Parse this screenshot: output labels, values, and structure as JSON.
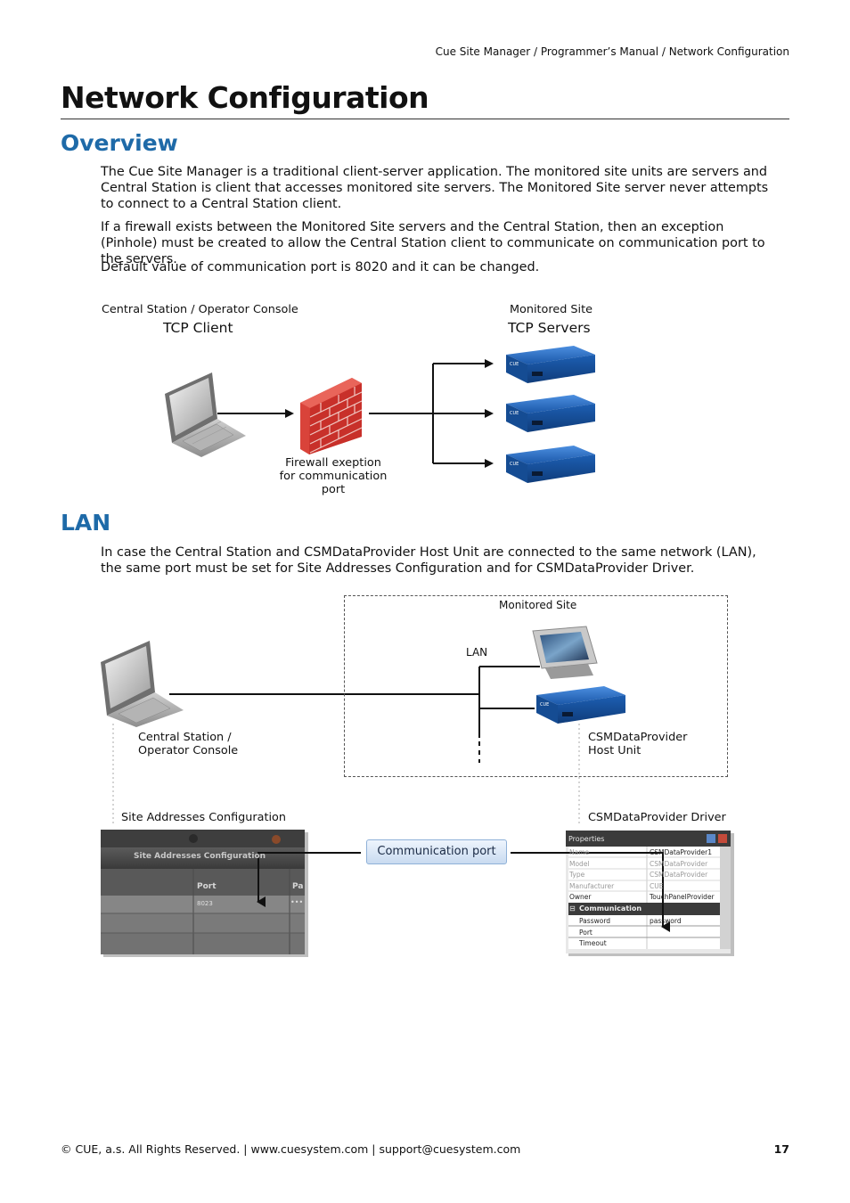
{
  "header": {
    "breadcrumb": "Cue Site Manager / Programmer’s Manual / Network Configuration"
  },
  "page_title": "Network Configuration",
  "overview": {
    "heading": "Overview",
    "paragraphs": [
      "The Cue Site Manager is a traditional client-server application. The monitored site units are servers and Central Station is client that accesses monitored site servers. The Monitored Site server never attempts to connect to a Central Station client.",
      "If a firewall exists between the Monitored Site servers and the Central Station, then an exception (Pinhole) must be created to allow the Central Station client to communicate on communication port to the servers.",
      "Default value of communication port is 8020 and it can be changed."
    ],
    "diagram": {
      "client_caption": "Central Station / Operator Console",
      "client_label": "TCP Client",
      "server_caption": "Monitored Site",
      "server_label": "TCP Servers",
      "firewall_caption_line1": "Firewall exeption",
      "firewall_caption_line2": "for communication port"
    }
  },
  "lan": {
    "heading": "LAN",
    "paragraph": "In case the Central Station and CSMDataProvider Host Unit are connected to the same network (LAN), the same port must be set for Site Addresses Configuration and for CSMDataProvider Driver.",
    "diagram": {
      "monitored_site": "Monitored Site",
      "lan_label": "LAN",
      "central_line1": "Central Station /",
      "central_line2": "Operator Console",
      "host_line1": "CSMDataProvider",
      "host_line2": "Host Unit",
      "site_addr_caption": "Site Addresses Configuration",
      "driver_caption": "CSMDataProvider Driver",
      "comm_port": "Communication port",
      "site_panel": {
        "title": "Site Addresses Configuration",
        "col_port": "Port",
        "col_pa": "Pa",
        "port_value": "8023",
        "ellipsis": "•••"
      },
      "props_panel": {
        "title": "Properties",
        "rows": [
          {
            "key": "Name",
            "value": "CSMDataProvider1"
          },
          {
            "key": "Model",
            "value": "CSMDataProvider"
          },
          {
            "key": "Type",
            "value": "CSMDataProvider"
          },
          {
            "key": "Manufacturer",
            "value": "CUE"
          },
          {
            "key": "Owner",
            "value": "TouchPanelProvider"
          }
        ],
        "section": "Communication",
        "section_rows": [
          {
            "key": "Password",
            "value": "password"
          },
          {
            "key": "Port",
            "value": ""
          },
          {
            "key": "Timeout",
            "value": ""
          }
        ]
      }
    }
  },
  "footer": {
    "left": "© CUE, a.s. All Rights Reserved. | www.cuesystem.com | support@cuesystem.com",
    "page_number": "17"
  },
  "colors": {
    "heading_blue": "#1e6aa8",
    "device_blue": "#1d5fb3",
    "firewall_red": "#c8302a"
  }
}
